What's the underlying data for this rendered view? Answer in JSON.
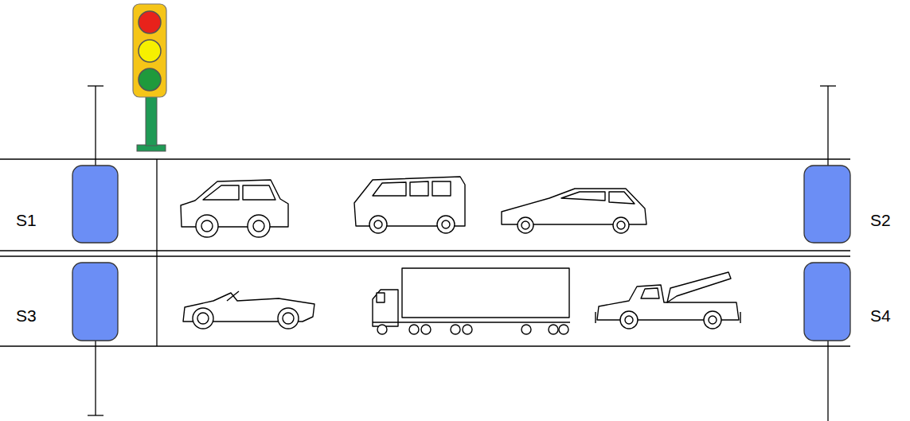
{
  "diagram": {
    "labels": [
      "S1",
      "S2",
      "S3",
      "S4"
    ]
  }
}
